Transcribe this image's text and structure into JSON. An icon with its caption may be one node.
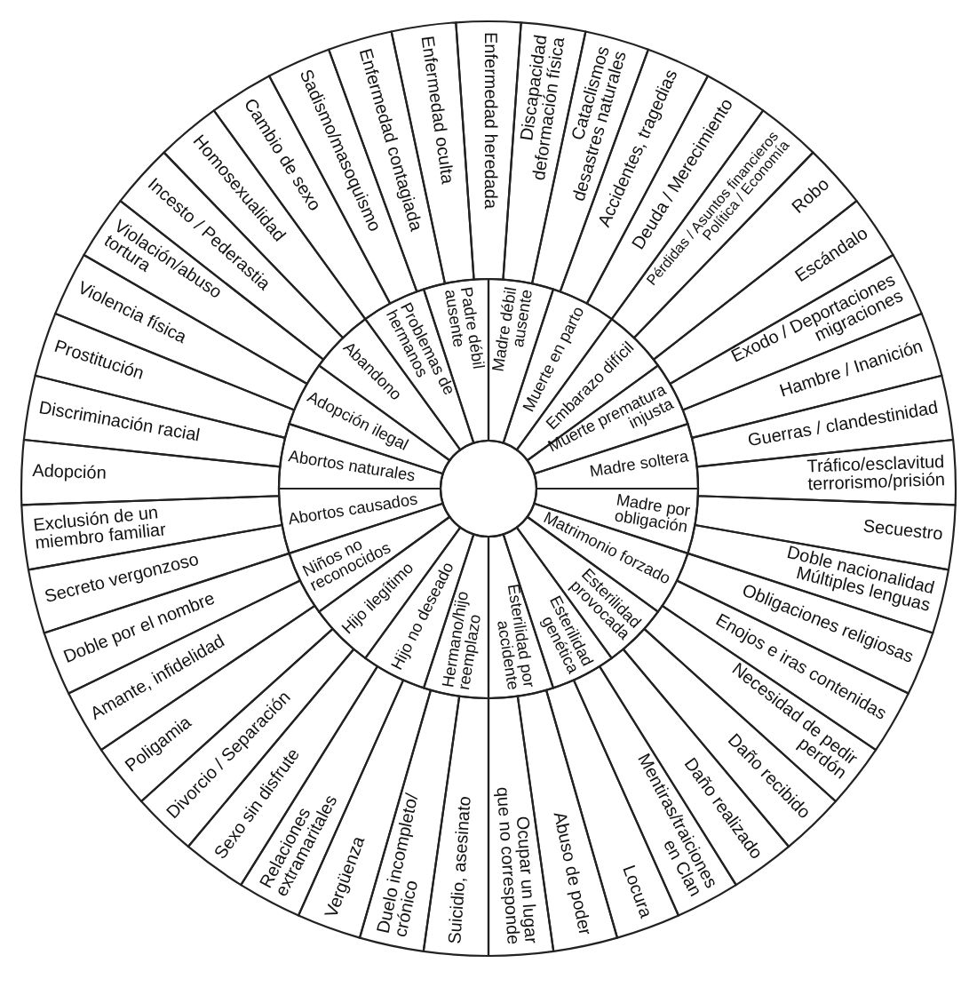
{
  "diagram": {
    "nodes": [
      {
        "text": [],
        "shape": "circle"
      },
      {
        "text": [
          "Madre débil ausente"
        ]
      },
      {
        "text": [
          "Muerte en parto"
        ]
      },
      {
        "text": [
          "Embarazo difícil"
        ]
      },
      {
        "text": [
          "Muerte prematura injusta"
        ]
      },
      {
        "text": [
          "Madre soltera"
        ]
      },
      {
        "text": [
          "Madre por obligación"
        ]
      },
      {
        "text": [
          "Matrimonio forzado"
        ]
      },
      {
        "text": [
          "Esterilidad provocada"
        ]
      },
      {
        "text": [
          "Esterilidad genética"
        ]
      },
      {
        "text": [
          "Esterilidad por accidente"
        ]
      },
      {
        "text": [
          "Hermano/hijo reemplazo"
        ]
      },
      {
        "text": [
          "Hijo no deseado"
        ]
      },
      {
        "text": [
          "Hijo ilegítimo"
        ]
      },
      {
        "text": [
          "Niños no reconocidos"
        ]
      },
      {
        "text": [
          "Abortos causados"
        ]
      },
      {
        "text": [
          "Abortos naturales"
        ]
      },
      {
        "text": [
          "Adopción ilegal"
        ]
      },
      {
        "text": [
          "Abandono"
        ]
      },
      {
        "text": [
          "Problemas de hermanos"
        ]
      },
      {
        "text": [
          "Padre débil ausente"
        ]
      },
      {
        "text": [
          "Enfermedad heredada"
        ]
      },
      {
        "text": [
          "Discapacidad deformación física"
        ]
      },
      {
        "text": [
          "Cataclismos desastres naturales"
        ]
      },
      {
        "text": [
          "Accidentes, tragedias"
        ]
      },
      {
        "text": [
          "Deuda / Merecimiento"
        ]
      },
      {
        "text": [
          "Pérdidas / Asuntos financieros Política / Economía"
        ]
      },
      {
        "text": [
          "Robo"
        ]
      },
      {
        "text": [
          "Escándalo"
        ]
      },
      {
        "text": [
          "Éxodo / Deportaciones migraciones"
        ]
      },
      {
        "text": [
          "Hambre / Inanición"
        ]
      },
      {
        "text": [
          "Guerras / clandestinidad"
        ]
      },
      {
        "text": [
          "Tráfico/esclavitud terrorismo/prisión"
        ]
      },
      {
        "text": [
          "Secuestro"
        ]
      },
      {
        "text": [
          "Doble nacionalidad Múltiples lenguas"
        ]
      },
      {
        "text": [
          "Obligaciones religiosas"
        ]
      },
      {
        "text": [
          "Enojos e iras contenidas"
        ]
      },
      {
        "text": [
          "Necesidad de pedir perdón"
        ]
      },
      {
        "text": [
          "Daño recibido"
        ]
      },
      {
        "text": [
          "Daño realizado"
        ]
      },
      {
        "text": [
          "Mentiras/traiciones en Clan"
        ]
      },
      {
        "text": [
          "Locura"
        ]
      },
      {
        "text": [
          "Abuso de poder"
        ]
      },
      {
        "text": [
          "Ocupar un lugar que no corresponde"
        ]
      },
      {
        "text": [
          "Suicidio, asesinato"
        ]
      },
      {
        "text": [
          "Duelo incompleto/ crónico"
        ]
      },
      {
        "text": [
          "Vergüenza"
        ]
      },
      {
        "text": [
          "Relaciones extramaritales"
        ]
      },
      {
        "text": [
          "Sexo sin disfrute"
        ]
      },
      {
        "text": [
          "Divorcio / Separación"
        ]
      },
      {
        "text": [
          "Poligamia"
        ]
      },
      {
        "text": [
          "Amante, infidelidad"
        ]
      },
      {
        "text": [
          "Doble por el nombre"
        ]
      },
      {
        "text": [
          "Secreto vergonzoso"
        ]
      },
      {
        "text": [
          "Exclusión de un miembro familiar"
        ]
      },
      {
        "text": [
          "Adopción"
        ]
      },
      {
        "text": [
          "Discriminación racial"
        ]
      },
      {
        "text": [
          "Prostitución"
        ]
      },
      {
        "text": [
          "Violencia física"
        ]
      },
      {
        "text": [
          "Violación/abuso tortura"
        ]
      },
      {
        "text": [
          "Incesto / Pederastia"
        ]
      },
      {
        "text": [
          "Homosexualidad"
        ]
      },
      {
        "text": [
          "Cambio de sexo"
        ]
      },
      {
        "text": [
          "Sadismo/masoquismo"
        ]
      },
      {
        "text": [
          "Enfermedad contagiada"
        ]
      },
      {
        "text": [
          "Enfermedad oculta"
        ]
      }
    ]
  }
}
